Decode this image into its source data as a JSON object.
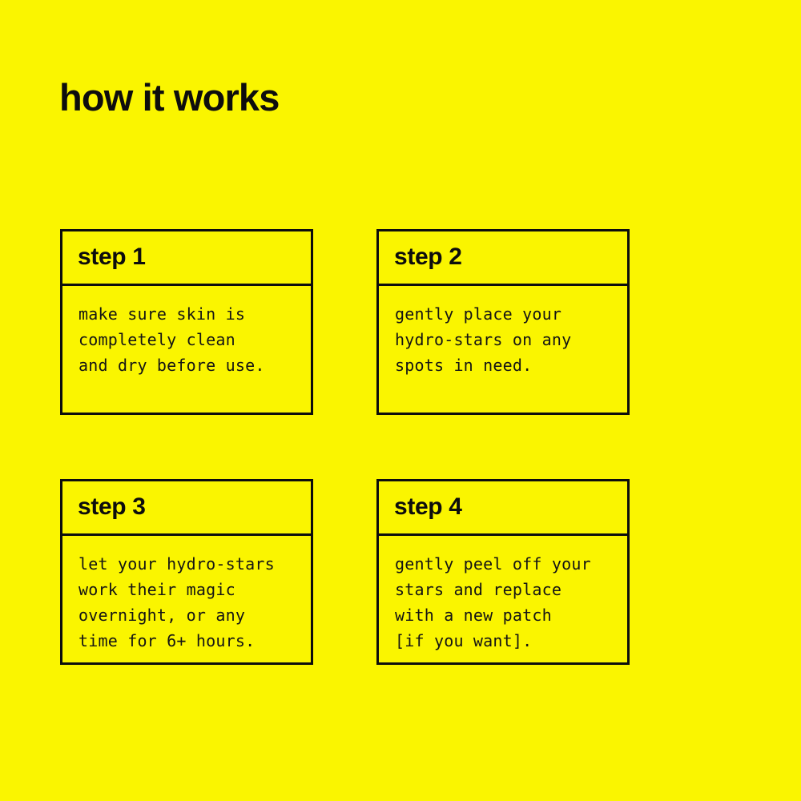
{
  "theme": {
    "background_color": "#FAF500",
    "ink_color": "#0d0d0d",
    "border_color": "#0d0d0d"
  },
  "header": {
    "title": "how it works"
  },
  "steps": [
    {
      "title": "step 1",
      "lines": [
        "make sure skin is",
        "completely clean",
        "and dry before use."
      ]
    },
    {
      "title": "step 2",
      "lines": [
        "gently place your",
        "hydro-stars on any",
        "spots in need."
      ]
    },
    {
      "title": "step 3",
      "lines": [
        "let your hydro-stars",
        "work their magic",
        "overnight, or any",
        "time for 6+ hours."
      ]
    },
    {
      "title": "step 4",
      "lines": [
        "gently peel off your",
        "stars and replace",
        "with a new patch",
        "[if you want]."
      ]
    }
  ]
}
